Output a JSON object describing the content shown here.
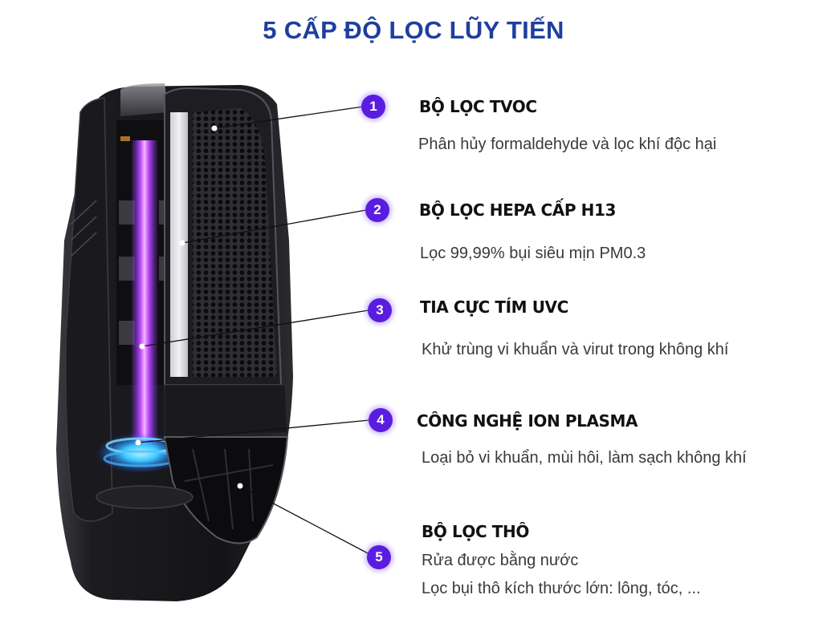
{
  "title": "5 CẤP ĐỘ LỌC LŨY TIẾN",
  "colors": {
    "title": "#1f3f9e",
    "badge": "#5a1de0",
    "heading": "#111111",
    "description": "#3a3a3a"
  },
  "features": [
    {
      "number": "1",
      "heading": "BỘ LỌC TVOC",
      "lines": [
        "Phân hủy formaldehyde và lọc khí độc hại"
      ]
    },
    {
      "number": "2",
      "heading": "BỘ LỌC HEPA CẤP H13",
      "lines": [
        "Lọc 99,99% bụi siêu mịn PM0.3"
      ]
    },
    {
      "number": "3",
      "heading": "TIA CỰC TÍM UVC",
      "lines": [
        "Khử trùng vi khuẩn và virut trong không khí"
      ]
    },
    {
      "number": "4",
      "heading": "CÔNG NGHỆ ION PLASMA",
      "lines": [
        "Loại bỏ vi khuẩn, mùi hôi, làm sạch không khí"
      ]
    },
    {
      "number": "5",
      "heading": "BỘ LỌC THÔ",
      "lines": [
        "Rửa được bằng nước",
        "Lọc bụi thô kích thước lớn: lông, tóc, ..."
      ]
    }
  ]
}
